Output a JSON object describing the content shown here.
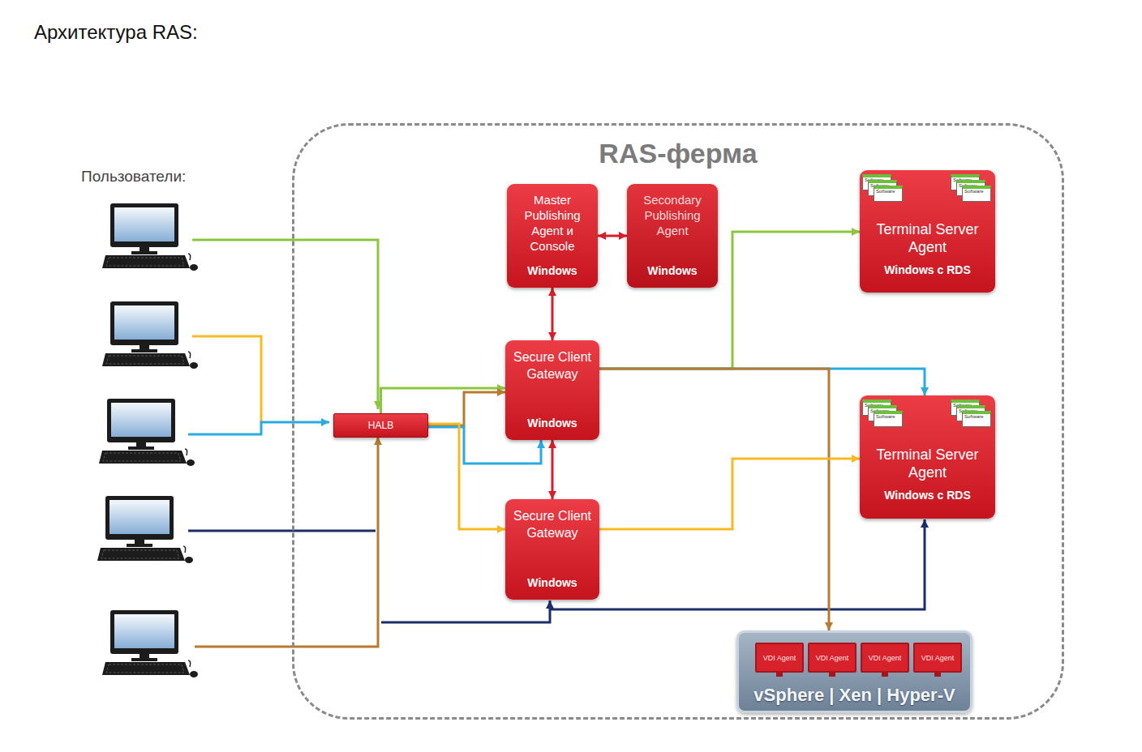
{
  "diagram": {
    "title": "Архитектура RAS:",
    "nodes": [
      {
        "text": [
          "RAS-ферма"
        ]
      },
      {
        "text": [
          "Master Publishing Agent и Console",
          "Windows"
        ],
        "in": 0
      },
      {
        "text": [
          "Secondary Publishing Agent",
          "Windows"
        ],
        "in": 0
      },
      {
        "text": [
          "Terminal Server Agent",
          "Windows с RDS"
        ],
        "in": 0
      },
      {
        "text": [
          "Secure Client Gateway",
          "Windows"
        ],
        "in": 0
      },
      {
        "text": [
          "HALB"
        ],
        "in": 0
      },
      {
        "text": [
          "Terminal Server Agent",
          "Windows с RDS"
        ],
        "in": 0
      },
      {
        "text": [
          "Secure Client Gateway",
          "Windows"
        ],
        "in": 0
      },
      {
        "text": [
          "vSphere | Xen | Hyper-V"
        ],
        "in": 0
      },
      {
        "text": [
          "VDI Agent"
        ],
        "in": 8
      },
      {
        "text": [
          "VDI Agent"
        ],
        "in": 8
      },
      {
        "text": [
          "VDI Agent"
        ],
        "in": 8
      },
      {
        "text": [
          "VDI Agent"
        ],
        "in": 8
      }
    ],
    "edges": [
      {
        "from": 1,
        "to": 2,
        "arrow": "both"
      },
      {
        "from": 1,
        "to": 4,
        "arrow": "both"
      },
      {
        "from": 4,
        "to": 7,
        "arrow": "both"
      },
      {
        "from": 5,
        "to": 4,
        "arrow": "to"
      },
      {
        "from": 5,
        "to": 4,
        "arrow": "to"
      },
      {
        "from": 5,
        "to": 4,
        "arrow": "to"
      },
      {
        "from": 5,
        "to": 7,
        "arrow": "to"
      },
      {
        "from": 4,
        "to": 3,
        "arrow": "to"
      },
      {
        "from": 4,
        "to": 6,
        "arrow": "to"
      },
      {
        "from": 4,
        "to": 8,
        "arrow": "to"
      },
      {
        "from": 7,
        "to": 6,
        "arrow": "to"
      }
    ],
    "labels": [
      "Пользователи:",
      "Software",
      "Software",
      "Software",
      "Software",
      "Software",
      "Software",
      "Software",
      "Software",
      "Software",
      "Software",
      "Software",
      "Software"
    ]
  }
}
